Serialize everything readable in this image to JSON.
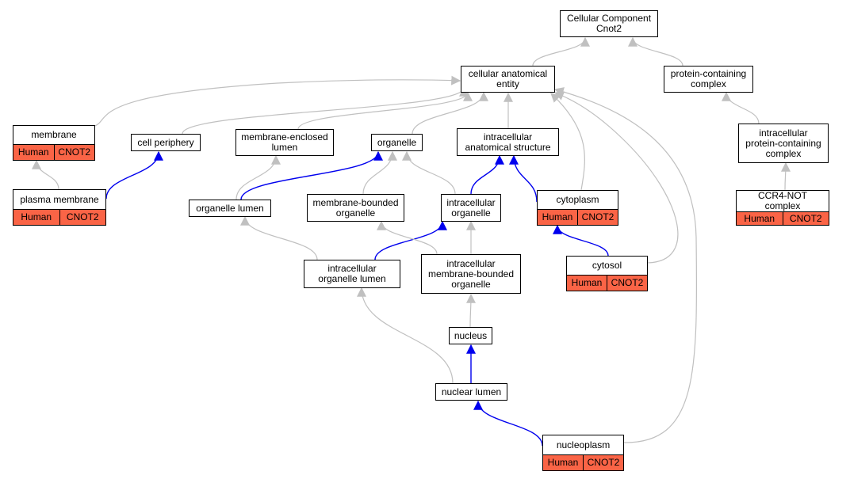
{
  "nodes": [
    {
      "id": "root",
      "lines": "Cellular Component\nCnot2"
    },
    {
      "id": "cae",
      "lines": "cellular anatomical\nentity"
    },
    {
      "id": "pcc",
      "lines": "protein-containing\ncomplex"
    },
    {
      "id": "membrane",
      "lines": "membrane",
      "species": "Human",
      "gene": "CNOT2"
    },
    {
      "id": "periphery",
      "lines": "cell periphery"
    },
    {
      "id": "mel",
      "lines": "membrane-enclosed\nlumen"
    },
    {
      "id": "organelle",
      "lines": "organelle"
    },
    {
      "id": "ias",
      "lines": "intracellular\nanatomical structure"
    },
    {
      "id": "ipcc",
      "lines": "intracellular\nprotein-containing\ncomplex"
    },
    {
      "id": "pm",
      "lines": "plasma membrane",
      "species": "Human",
      "gene": "CNOT2"
    },
    {
      "id": "olumen",
      "lines": "organelle lumen"
    },
    {
      "id": "mbo",
      "lines": "membrane-bounded\norganelle"
    },
    {
      "id": "io",
      "lines": "intracellular\norganelle"
    },
    {
      "id": "cytoplasm",
      "lines": "cytoplasm",
      "species": "Human",
      "gene": "CNOT2"
    },
    {
      "id": "ccr4",
      "lines": "CCR4-NOT complex",
      "species": "Human",
      "gene": "CNOT2"
    },
    {
      "id": "iol",
      "lines": "intracellular\norganelle lumen"
    },
    {
      "id": "imbo",
      "lines": "intracellular\nmembrane-bounded\norganelle"
    },
    {
      "id": "cytosol",
      "lines": "cytosol",
      "species": "Human",
      "gene": "CNOT2"
    },
    {
      "id": "nucleus",
      "lines": "nucleus"
    },
    {
      "id": "nlumen",
      "lines": "nuclear lumen"
    },
    {
      "id": "nucleoplasm",
      "lines": "nucleoplasm",
      "species": "Human",
      "gene": "CNOT2"
    }
  ],
  "edges": [
    {
      "from": "cae",
      "to": "root",
      "style": "isa"
    },
    {
      "from": "pcc",
      "to": "root",
      "style": "isa"
    },
    {
      "from": "membrane",
      "to": "cae",
      "style": "isa"
    },
    {
      "from": "periphery",
      "to": "cae",
      "style": "isa"
    },
    {
      "from": "mel",
      "to": "cae",
      "style": "isa"
    },
    {
      "from": "organelle",
      "to": "cae",
      "style": "isa"
    },
    {
      "from": "ias",
      "to": "cae",
      "style": "isa"
    },
    {
      "from": "cytoplasm",
      "to": "cae",
      "style": "isa"
    },
    {
      "from": "cytosol",
      "to": "cae",
      "style": "isa"
    },
    {
      "from": "nucleoplasm",
      "to": "cae",
      "style": "isa"
    },
    {
      "from": "ipcc",
      "to": "pcc",
      "style": "isa"
    },
    {
      "from": "ccr4",
      "to": "ipcc",
      "style": "isa"
    },
    {
      "from": "pm",
      "to": "membrane",
      "style": "isa"
    },
    {
      "from": "pm",
      "to": "periphery",
      "style": "partof"
    },
    {
      "from": "olumen",
      "to": "mel",
      "style": "isa"
    },
    {
      "from": "olumen",
      "to": "organelle",
      "style": "partof"
    },
    {
      "from": "mbo",
      "to": "organelle",
      "style": "isa"
    },
    {
      "from": "io",
      "to": "organelle",
      "style": "isa"
    },
    {
      "from": "io",
      "to": "ias",
      "style": "partof"
    },
    {
      "from": "cytoplasm",
      "to": "ias",
      "style": "partof"
    },
    {
      "from": "iol",
      "to": "olumen",
      "style": "isa"
    },
    {
      "from": "iol",
      "to": "io",
      "style": "partof"
    },
    {
      "from": "imbo",
      "to": "mbo",
      "style": "isa"
    },
    {
      "from": "imbo",
      "to": "io",
      "style": "isa"
    },
    {
      "from": "cytosol",
      "to": "cytoplasm",
      "style": "partof"
    },
    {
      "from": "nucleus",
      "to": "imbo",
      "style": "isa"
    },
    {
      "from": "nlumen",
      "to": "iol",
      "style": "isa"
    },
    {
      "from": "nlumen",
      "to": "nucleus",
      "style": "partof"
    },
    {
      "from": "nucleoplasm",
      "to": "nlumen",
      "style": "partof"
    }
  ],
  "colors": {
    "isa_edge": "#c0c0c0",
    "partof_edge": "#0000ee",
    "annotation_fill": "#fa6446"
  }
}
